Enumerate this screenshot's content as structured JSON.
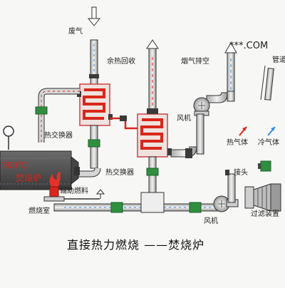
{
  "labels": {
    "waste_gas": "废气",
    "heat_recovery": "余热回收",
    "flue_gas_exhaust": "烟气排空",
    "pipe": "管道",
    "fan": "风机",
    "heat_exchanger": "热交换器",
    "temperature": "760℃",
    "incinerator": "焚烧炉",
    "aux_fuel": "辅助燃料",
    "combustion_chamber": "燃烧室",
    "hot_gas": "热气体",
    "cold_gas": "冷气体",
    "joint": "接头",
    "filter": "过滤装置"
  },
  "watermark": "***.COM",
  "title": "直接热力燃烧  ——焚烧炉",
  "colors": {
    "hot": "#d9261c",
    "cold_arrow": "#3a8ee0",
    "pipe_fill": "#cfcfcf",
    "pipe_stroke": "#333333",
    "green": "#2f8f3f",
    "furnace": "#555555"
  }
}
